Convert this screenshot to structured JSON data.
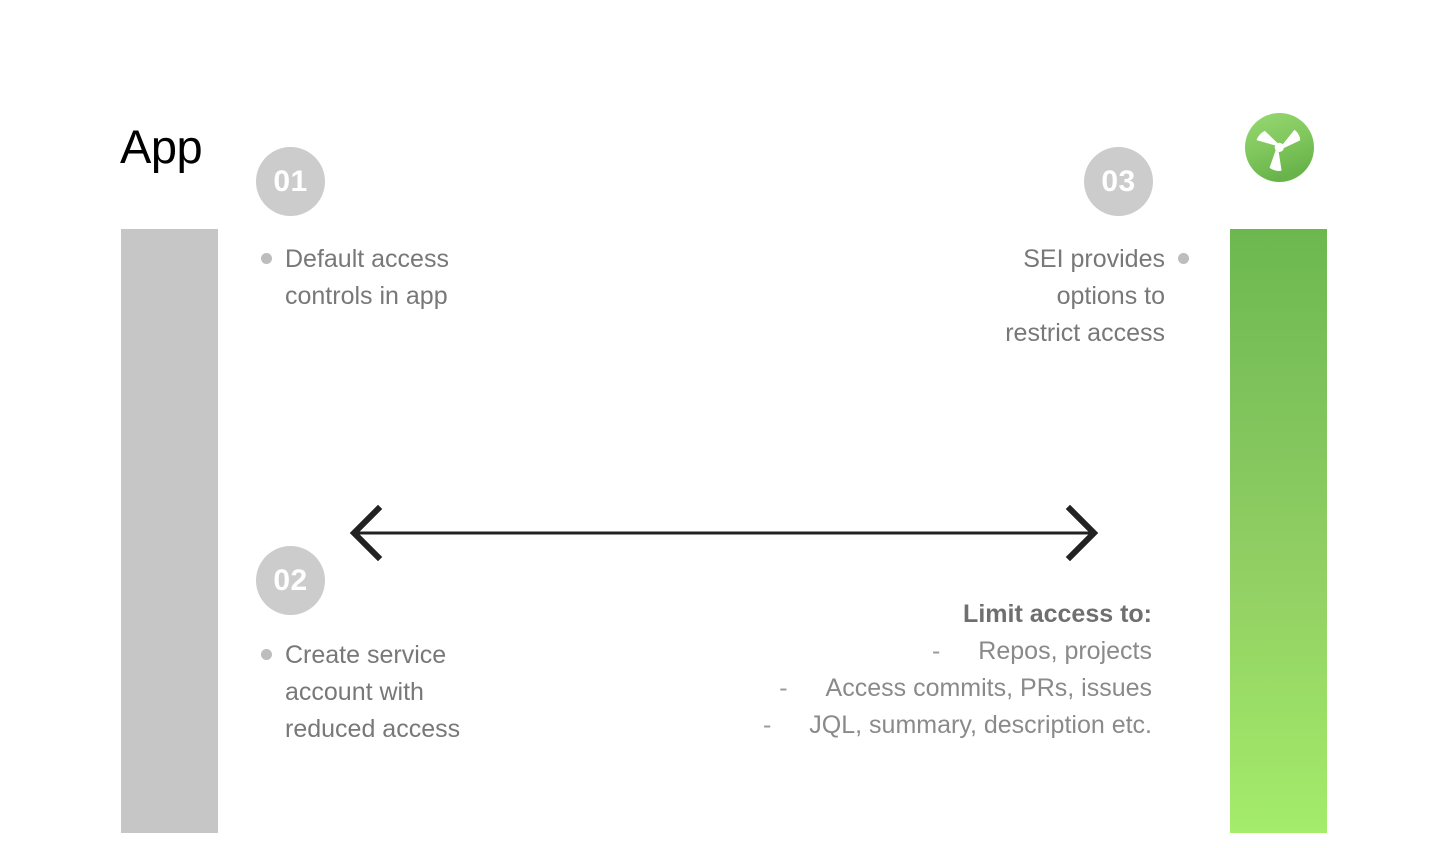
{
  "slide": {
    "title": "App",
    "background_color": "#ffffff"
  },
  "logo": {
    "name": "turbine-logo",
    "circle_color_top": "#8fd06a",
    "circle_color_bottom": "#6cb84f",
    "blade_color": "#ffffff"
  },
  "bars": {
    "left": {
      "name": "app-column-bar",
      "color": "#c6c6c6"
    },
    "right": {
      "name": "sei-column-bar",
      "gradient_from": "#6cb84f",
      "gradient_to": "#a4ec6b"
    }
  },
  "steps": [
    {
      "number": "01",
      "badge_color": "#cccccc",
      "align": "left",
      "lines": [
        "Default access",
        "controls in app"
      ]
    },
    {
      "number": "02",
      "badge_color": "#cccccc",
      "align": "left",
      "lines": [
        "Create service",
        "account with",
        "reduced access"
      ]
    },
    {
      "number": "03",
      "badge_color": "#cccccc",
      "align": "right",
      "lines": [
        "SEI provides",
        "options to",
        "restrict access"
      ]
    }
  ],
  "arrow": {
    "name": "bidirectional-arrow",
    "color": "#222222",
    "direction": "both"
  },
  "limit_access": {
    "heading": "Limit access to:",
    "bullet_marker": "-",
    "items": [
      "Repos, projects",
      "Access commits, PRs, issues",
      "JQL, summary, description etc."
    ]
  }
}
